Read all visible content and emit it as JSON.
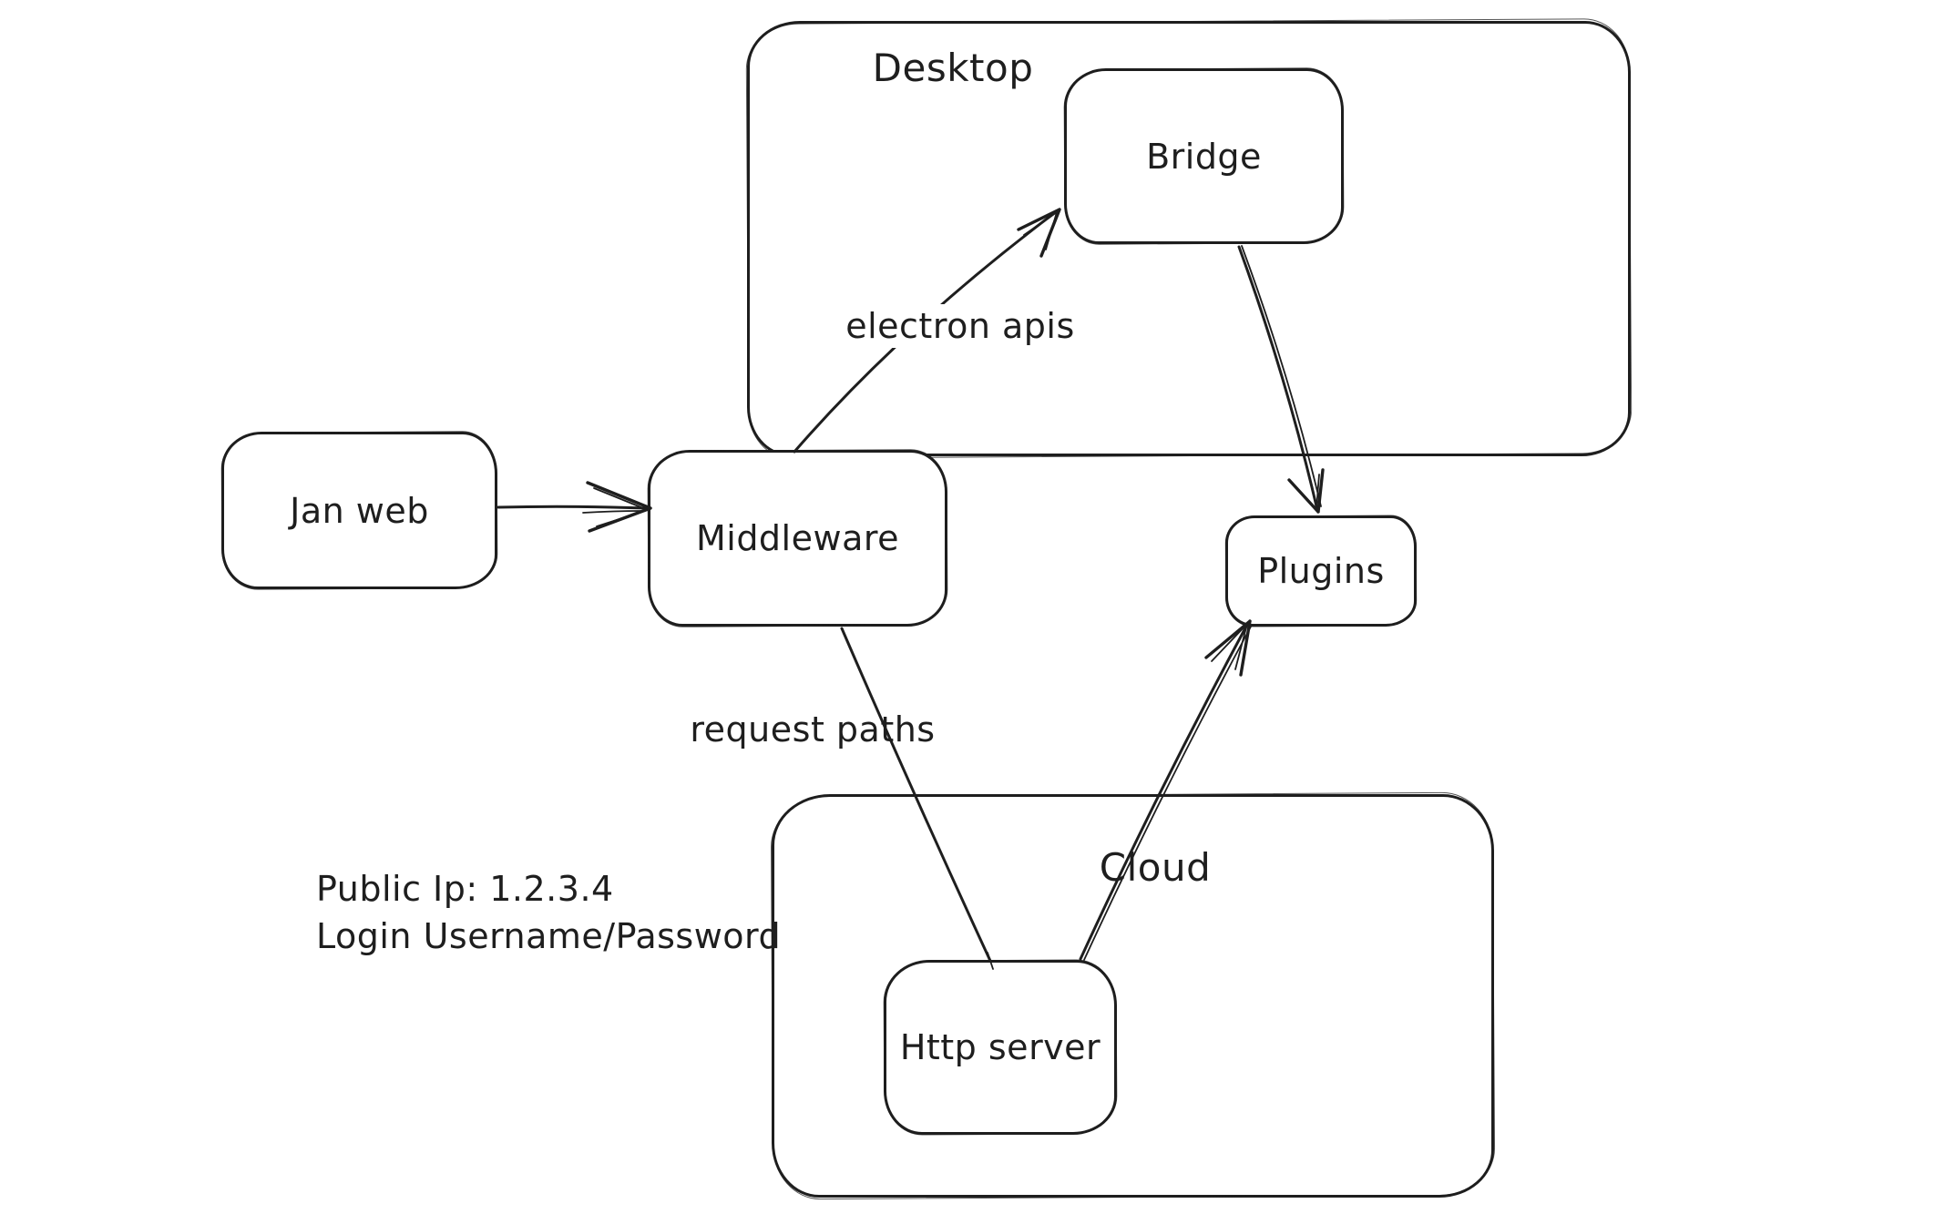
{
  "diagram": {
    "background_color": "#ffffff",
    "stroke_color": "#1e1e1e",
    "containers": {
      "desktop": {
        "label": "Desktop"
      },
      "cloud": {
        "label": "Cloud"
      }
    },
    "nodes": {
      "jan_web": {
        "label": "Jan web"
      },
      "middleware": {
        "label": "Middleware"
      },
      "bridge": {
        "label": "Bridge"
      },
      "plugins": {
        "label": "Plugins"
      },
      "http_server": {
        "label": "Http server"
      }
    },
    "edges": [
      {
        "from": "Jan web",
        "to": "Middleware",
        "label": "",
        "arrowhead": "end"
      },
      {
        "from": "Middleware",
        "to": "Bridge",
        "label": "electron apis",
        "arrowhead": "end"
      },
      {
        "from": "Bridge",
        "to": "Plugins",
        "label": "",
        "arrowhead": "end"
      },
      {
        "from": "Middleware",
        "to": "Http server",
        "label": "request paths",
        "arrowhead": "none"
      },
      {
        "from": "Http server",
        "to": "Plugins",
        "label": "",
        "arrowhead": "end"
      }
    ],
    "annotations": {
      "public_ip": "Public Ip: 1.2.3.4",
      "login": "Login Username/Password"
    }
  }
}
